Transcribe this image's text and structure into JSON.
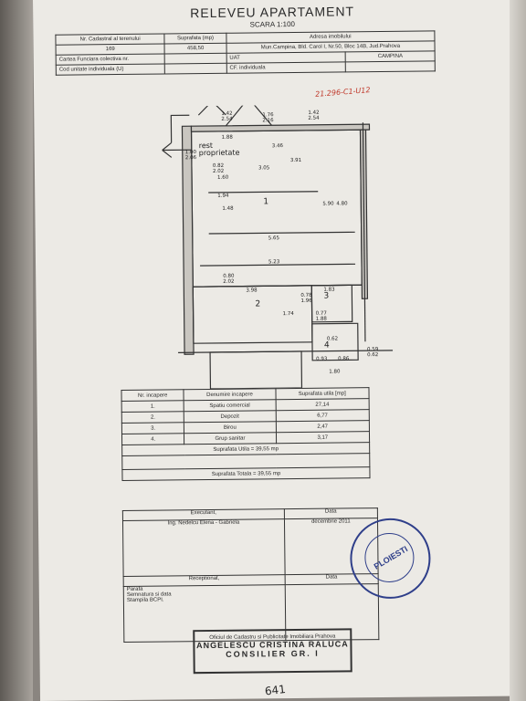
{
  "title": "RELEVEU APARTAMENT",
  "scale": "SCARA 1:100",
  "header": {
    "r1": [
      "Nr. Cadastral al terenului",
      "Suprafata (mp)",
      "Adresa imobilului"
    ],
    "r2": [
      "169",
      "458,50",
      "Mun.Campina, Bld. Carol I, Nr.50, Bloc 14B, Jud.Prahova"
    ],
    "r3": [
      "Cartea Funciara colectiva nr.",
      "",
      "UAT",
      "CAMPINA"
    ],
    "r4": [
      "Cod unitate individuala (U)",
      "",
      "CF. individuala",
      ""
    ]
  },
  "handwritten_ref": "21.296-C1-U12",
  "plan": {
    "dims": [
      "1.42",
      "2.54",
      "1.76",
      "2.16",
      "1.42",
      "2.54",
      "1.88",
      "3.46",
      "3.91",
      "1.00",
      "2.06",
      "0.82",
      "2.02",
      "1.60",
      "1.94",
      "1.48",
      "5.65",
      "5.23",
      "5.90",
      "4.80",
      "3.05",
      "0.80",
      "2.02",
      "3.98",
      "1.83",
      "0.78",
      "1.96",
      "1.74",
      "0.77",
      "1.88",
      "0.62",
      "0.93",
      "0.86",
      "1.80",
      "0.59",
      "0.62"
    ],
    "rest": "rest",
    "prop": "proprietate",
    "rooms": [
      "1",
      "2",
      "3",
      "4"
    ]
  },
  "areas": {
    "head": [
      "Nr. incapere",
      "Denumire incapere",
      "Suprafata utila [mp]"
    ],
    "rows": [
      [
        "1.",
        "Spatiu comercial",
        "27,14"
      ],
      [
        "2.",
        "Depozit",
        "6,77"
      ],
      [
        "3.",
        "Birou",
        "2,47"
      ],
      [
        "4.",
        "Grup sanitar",
        "3,17"
      ]
    ],
    "utila": "Suprafata Utila = 39,55 mp",
    "totala": "Suprafata Totala = 39,55 mp"
  },
  "signatures": {
    "executant": "Executant,",
    "data1": "Data",
    "engineer": "Ing. Nedelcu Elena - Gabriela",
    "date": "decembrie 2011",
    "receptionat": "Receptionat,",
    "data2": "Data",
    "parafa": "Parafa",
    "semnatura": "Semnatura si data",
    "stampila": "Stampila BCPI."
  },
  "stamp_circle": {
    "text": "PLOIESTI"
  },
  "stamp_rect": {
    "line1": "Oficiul de Cadastru si Publicitate Imobiliara Prahova",
    "line2": "ANGELESCU CRISTINA RALUCA",
    "line3": "CONSILIER GR. I"
  },
  "bottom_note": "641"
}
